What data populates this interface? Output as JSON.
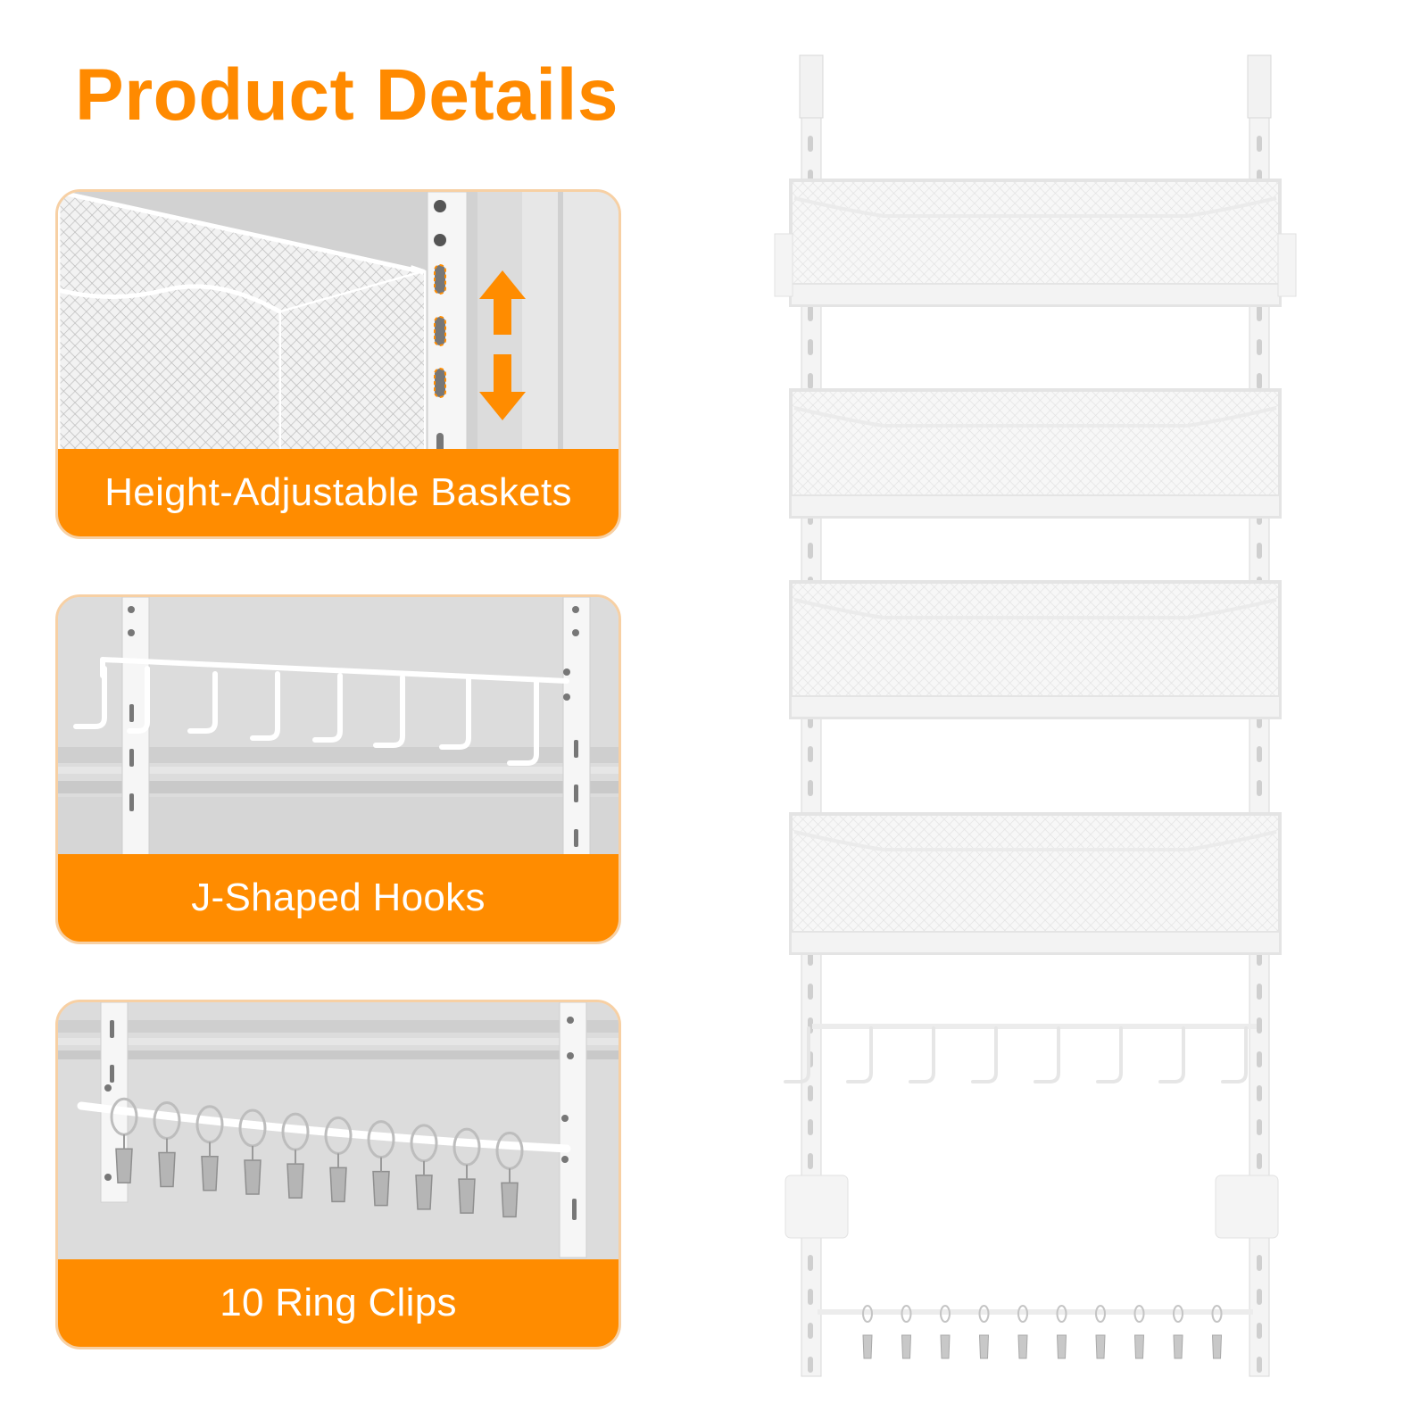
{
  "page": {
    "title": "Product Details"
  },
  "features": [
    {
      "label": "Height-Adjustable Baskets",
      "icon": "height-arrows-icon"
    },
    {
      "label": "J-Shaped Hooks",
      "icon": "j-hook-icon"
    },
    {
      "label": "10 Ring Clips",
      "icon": "ring-clip-icon"
    }
  ],
  "product": {
    "basket_count": 4,
    "hook_count": 8,
    "clip_count": 10
  },
  "colors": {
    "accent": "#ff8c00",
    "title": "#ff8a00",
    "card_border": "#f7d0a4",
    "photo_bg": "#e3e3e3",
    "rack_white": "#f4f4f4",
    "rack_outline": "#d8d8d8"
  }
}
